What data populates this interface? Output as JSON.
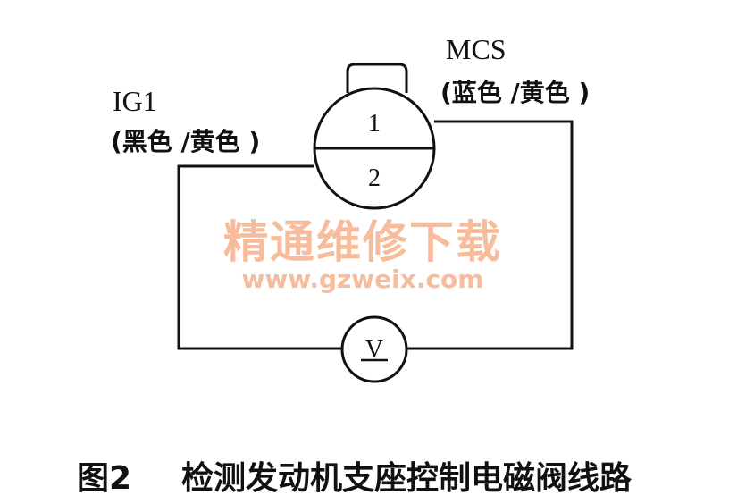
{
  "labels": {
    "ig1_name": "IG1",
    "ig1_color": "(黑色 /黄色 )",
    "mcs_name": "MCS",
    "mcs_color": "(蓝色 /黄色 )",
    "terminal_1": "1",
    "terminal_2": "2",
    "meter_symbol": "V"
  },
  "watermark": {
    "title": "精通维修下载",
    "url": "www.gzweix.com",
    "color": "#f4b08a"
  },
  "caption": {
    "figure_number": "图2",
    "title": "检测发动机支座控制电磁阀线路"
  },
  "colors": {
    "line": "#111111",
    "text": "#111111"
  }
}
